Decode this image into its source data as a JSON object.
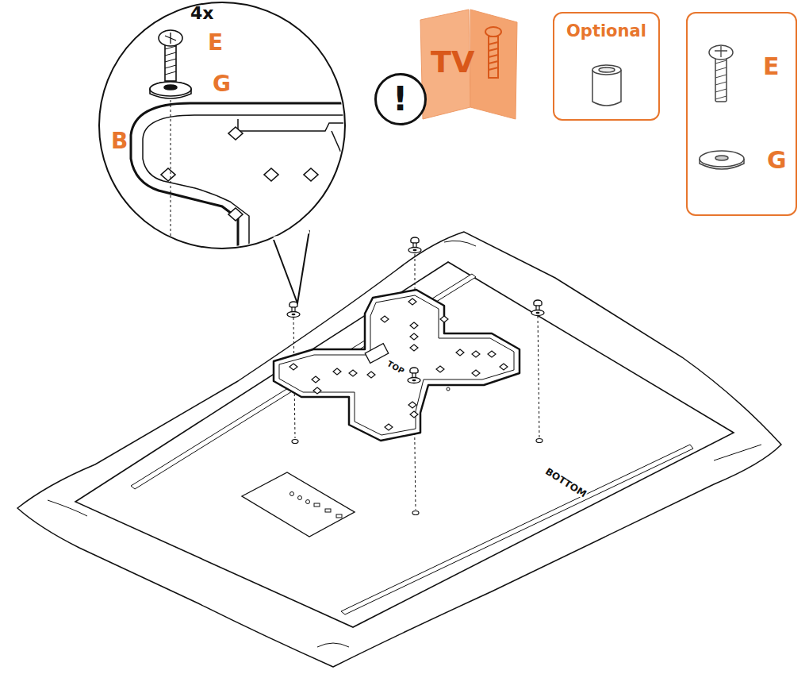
{
  "diagram": {
    "nodes": [
      {
        "text": [
          "!"
        ]
      },
      {
        "text": [
          "TV"
        ]
      },
      {
        "text": [
          "Optional"
        ]
      },
      {
        "text": [
          "E",
          "G"
        ]
      }
    ],
    "labels": [
      "4x",
      "E",
      "G",
      "B",
      "TOP",
      "BOTTOM"
    ]
  }
}
